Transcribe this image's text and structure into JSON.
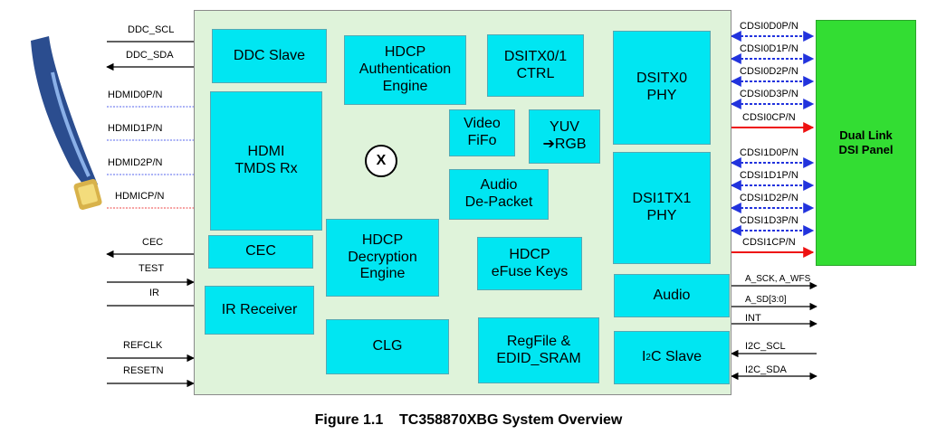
{
  "blocks": {
    "ddc_slave": "DDC Slave",
    "hdcp_auth": "HDCP\nAuthentication\nEngine",
    "dsitx_ctrl": "DSITX0/1\nCTRL",
    "dsitx0_phy": "DSITX0\nPHY",
    "hdmi_rx": "HDMI\nTMDS Rx",
    "video_fifo": "Video\nFiFo",
    "yuv_rgb": "YUV\n➔RGB",
    "audio_depacket": "Audio\nDe-Packet",
    "dsi1tx1_phy": "DSI1TX1\nPHY",
    "cec": "CEC",
    "hdcp_decrypt": "HDCP\nDecryption\nEngine",
    "hdcp_efuse": "HDCP\neFuse Keys",
    "audio": "Audio",
    "ir_receiver": "IR Receiver",
    "clg": "CLG",
    "regfile": "RegFile  &\nEDID_SRAM",
    "i2c_slave_pre": "I",
    "i2c_slave_sup": "2",
    "i2c_slave_post": "C Slave",
    "mux": "X"
  },
  "panel": "Dual Link\nDSI Panel",
  "left_signals": {
    "ddc_scl": "DDC_SCL",
    "ddc_sda": "DDC_SDA",
    "hdmid0": "HDMID0P/N",
    "hdmid1": "HDMID1P/N",
    "hdmid2": "HDMID2P/N",
    "hdmicp": "HDMICP/N",
    "cec": "CEC",
    "test": "TEST",
    "ir": "IR",
    "refclk": "REFCLK",
    "resetn": "RESETN"
  },
  "dsi_lanes": {
    "l0": "CDSI0D0P/N",
    "l1": "CDSI0D1P/N",
    "l2": "CDSI0D2P/N",
    "l3": "CDSI0D3P/N",
    "l4": "CDSI0CP/N",
    "l5": "CDSI1D0P/N",
    "l6": "CDSI1D1P/N",
    "l7": "CDSI1D2P/N",
    "l8": "CDSI1D3P/N",
    "l9": "CDSI1CP/N"
  },
  "right_signals": {
    "a_sck": "A_SCK, A_WFS",
    "a_sd": "A_SD[3:0]",
    "int": "INT",
    "i2c_scl": "I2C_SCL",
    "i2c_sda": "I2C_SDA"
  },
  "caption": "Figure 1.1    TC358870XBG System Overview",
  "colors": {
    "chip_bg": "#dff3da",
    "block": "#00e6f2",
    "panel": "#33dd33",
    "data_lane": "#2233dd",
    "clock_lane": "#ee1111",
    "arrow_blue": "#0022ee"
  },
  "icons": {
    "connector": "hdmi-cable-connector-icon"
  }
}
